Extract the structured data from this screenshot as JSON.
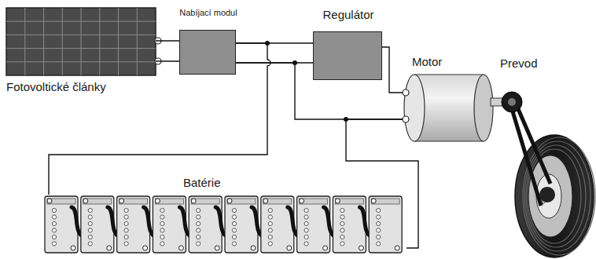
{
  "diagram": {
    "nodes": [
      {
        "text": [
          "Fotovoltické články"
        ]
      },
      {
        "text": [
          "Nabíjací modul"
        ]
      },
      {
        "text": [
          "Regulátor"
        ]
      },
      {
        "text": [
          "Motor"
        ]
      },
      {
        "text": [
          "Batérie"
        ]
      }
    ],
    "edges": [
      {
        "from": 0,
        "to": 1,
        "arrow": "none"
      },
      {
        "from": 1,
        "to": 2,
        "arrow": "none"
      },
      {
        "from": 2,
        "to": 3,
        "arrow": "none"
      },
      {
        "from": 1,
        "to": 3,
        "arrow": "none"
      },
      {
        "from": 1,
        "to": 4,
        "arrow": "none"
      },
      {
        "from": 4,
        "to": 3,
        "arrow": "none"
      }
    ],
    "labels": [
      "Prevod"
    ]
  }
}
